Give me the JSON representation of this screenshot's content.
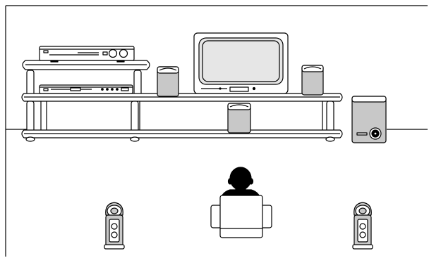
{
  "diagram": {
    "components": [
      {
        "id": "av-receiver",
        "icon": "av-receiver-icon"
      },
      {
        "id": "dvd-player",
        "icon": "dvd-player-icon"
      },
      {
        "id": "television",
        "icon": "tv-icon"
      },
      {
        "id": "front-left-speaker",
        "icon": "speaker-icon"
      },
      {
        "id": "front-right-speaker",
        "icon": "speaker-icon"
      },
      {
        "id": "center-speaker",
        "icon": "speaker-icon"
      },
      {
        "id": "subwoofer",
        "icon": "subwoofer-icon"
      },
      {
        "id": "listener",
        "icon": "listener-icon"
      },
      {
        "id": "surround-left-speaker",
        "icon": "surround-speaker-icon"
      },
      {
        "id": "surround-right-speaker",
        "icon": "surround-speaker-icon"
      }
    ],
    "colors": {
      "line": "#000000",
      "background": "#ffffff",
      "speaker_fill": "#c8c8c8",
      "tv_fill": "#e6e6e6"
    }
  }
}
